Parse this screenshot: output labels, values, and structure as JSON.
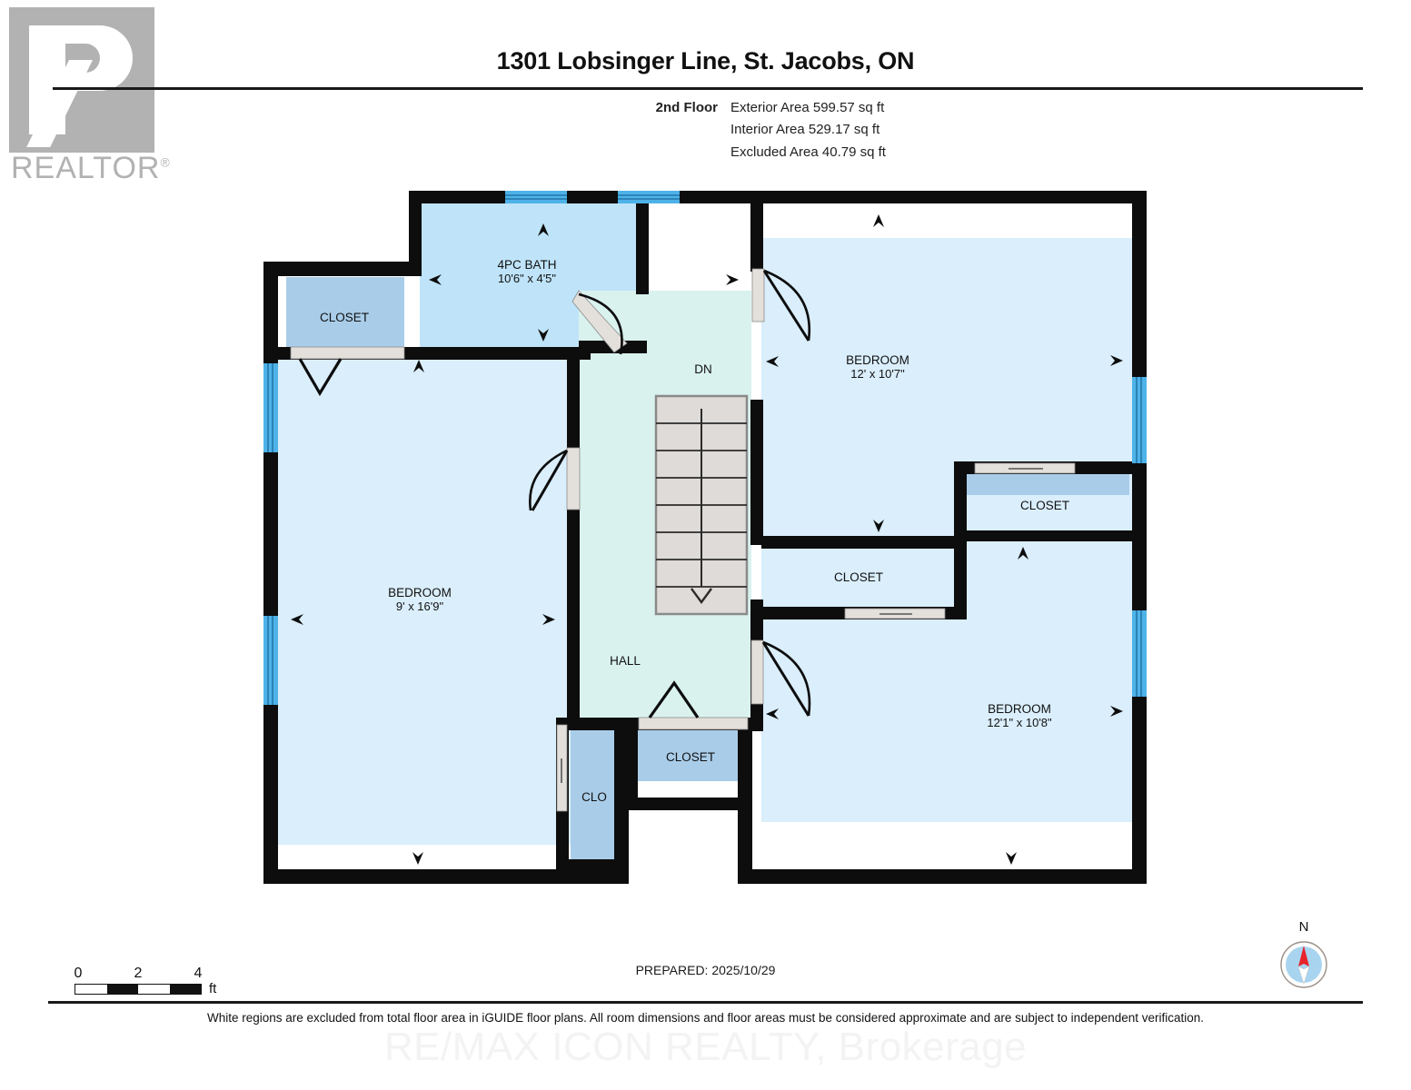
{
  "logo": {
    "wordmark": "REALTOR",
    "registered": "®"
  },
  "header": {
    "title": "1301 Lobsinger Line, St. Jacobs, ON",
    "floor_label": "2nd Floor",
    "exterior_area": "Exterior Area 599.57 sq ft",
    "interior_area": "Interior Area 529.17 sq ft",
    "excluded_area": "Excluded Area 40.79 sq ft"
  },
  "rooms": [
    {
      "name": "4PC BATH",
      "dims": "10'6\" x 4'5\""
    },
    {
      "name": "CLOSET",
      "dims": ""
    },
    {
      "name": "BEDROOM",
      "dims": "12' x 10'7\""
    },
    {
      "name": "CLOSET",
      "dims": ""
    },
    {
      "name": "CLOSET",
      "dims": ""
    },
    {
      "name": "BEDROOM",
      "dims": "9' x 16'9\""
    },
    {
      "name": "BEDROOM",
      "dims": "12'1\" x 10'8\""
    },
    {
      "name": "HALL",
      "dims": ""
    },
    {
      "name": "CLOSET",
      "dims": ""
    },
    {
      "name": "CLO",
      "dims": ""
    }
  ],
  "stairs": {
    "direction_label": "DN"
  },
  "scale": {
    "ticks": [
      "0",
      "2",
      "4"
    ],
    "unit": "ft"
  },
  "compass": {
    "north_label": "N"
  },
  "footer": {
    "prepared": "PREPARED: 2025/10/29",
    "disclaimer": "White regions are excluded from total floor area in iGUIDE floor plans. All room dimensions and floor areas must be considered approximate and are subject to independent verification.",
    "watermark": "RE/MAX ICON REALTY, Brokerage"
  },
  "colors": {
    "wall": "#0d0d0d",
    "room_fill": "#daeefc",
    "bath_fill": "#bfe4f9",
    "closet_fill": "#a9cde9",
    "hall_fill": "#d9f2ee",
    "excluded_fill": "#ffffff",
    "window": "#4db2e8",
    "door_sill": "#e3e0dc",
    "stair_fill": "#dedbd8",
    "logo_gray": "#b2b2b2",
    "compass_disc": "#a8d4ef",
    "compass_needle": "#e8232a"
  }
}
